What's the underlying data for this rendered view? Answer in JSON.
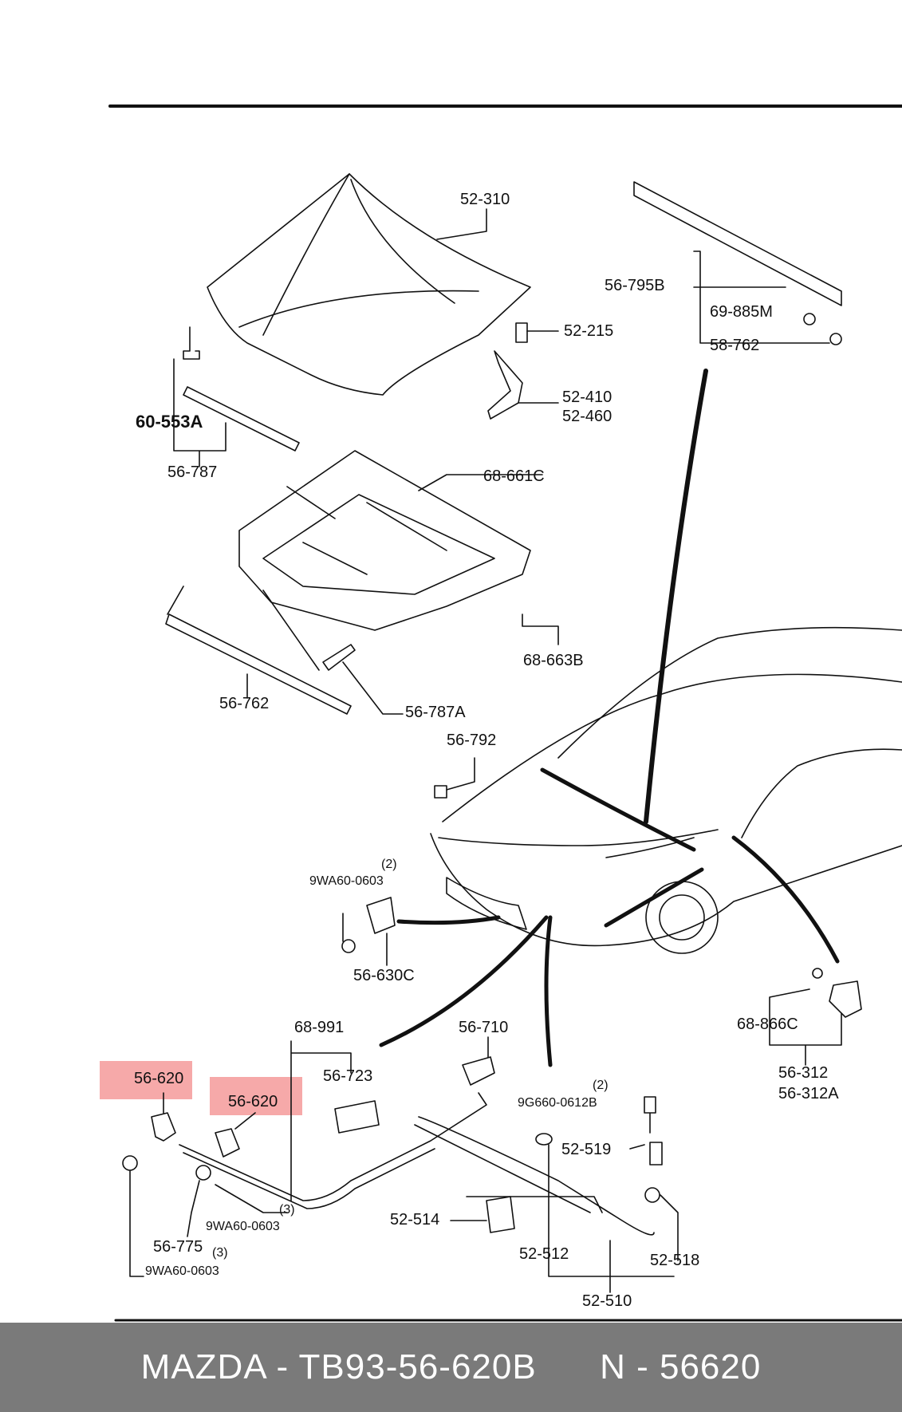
{
  "highlight_color": "#f59a9a",
  "footer": {
    "brand_part": "MAZDA - TB93-56-620B",
    "alt_part": "N - 56620",
    "background": "#7a7a7a"
  },
  "labels": {
    "l52_310": "52-310",
    "l56_795b": "56-795B",
    "l52_215": "52-215",
    "l69_885m": "69-885M",
    "l58_762": "58-762",
    "l52_410": "52-410",
    "l52_460": "52-460",
    "l60_553a": "60-553A",
    "l56_787": "56-787",
    "l68_661c": "68-661C",
    "l68_663b": "68-663B",
    "l56_762": "56-762",
    "l56_787a": "56-787A",
    "l56_792": "56-792",
    "l2_a": "(2)",
    "l9wa_a": "9WA60-0603",
    "l56_630c": "56-630C",
    "l68_866c": "68-866C",
    "l56_312": "56-312",
    "l56_312a": "56-312A",
    "l68_991": "68-991",
    "l56_710": "56-710",
    "l56_620_a": "56-620",
    "l56_620_b": "56-620",
    "l56_723": "56-723",
    "l2_b": "(2)",
    "l9g660": "9G660-0612B",
    "l52_519": "52-519",
    "l3_a": "(3)",
    "l9wa_b": "9WA60-0603",
    "l56_775": "56-775",
    "l3_b": "(3)",
    "l9wa_c": "9WA60-0603",
    "l52_514": "52-514",
    "l52_512": "52-512",
    "l52_518": "52-518",
    "l52_510": "52-510"
  }
}
